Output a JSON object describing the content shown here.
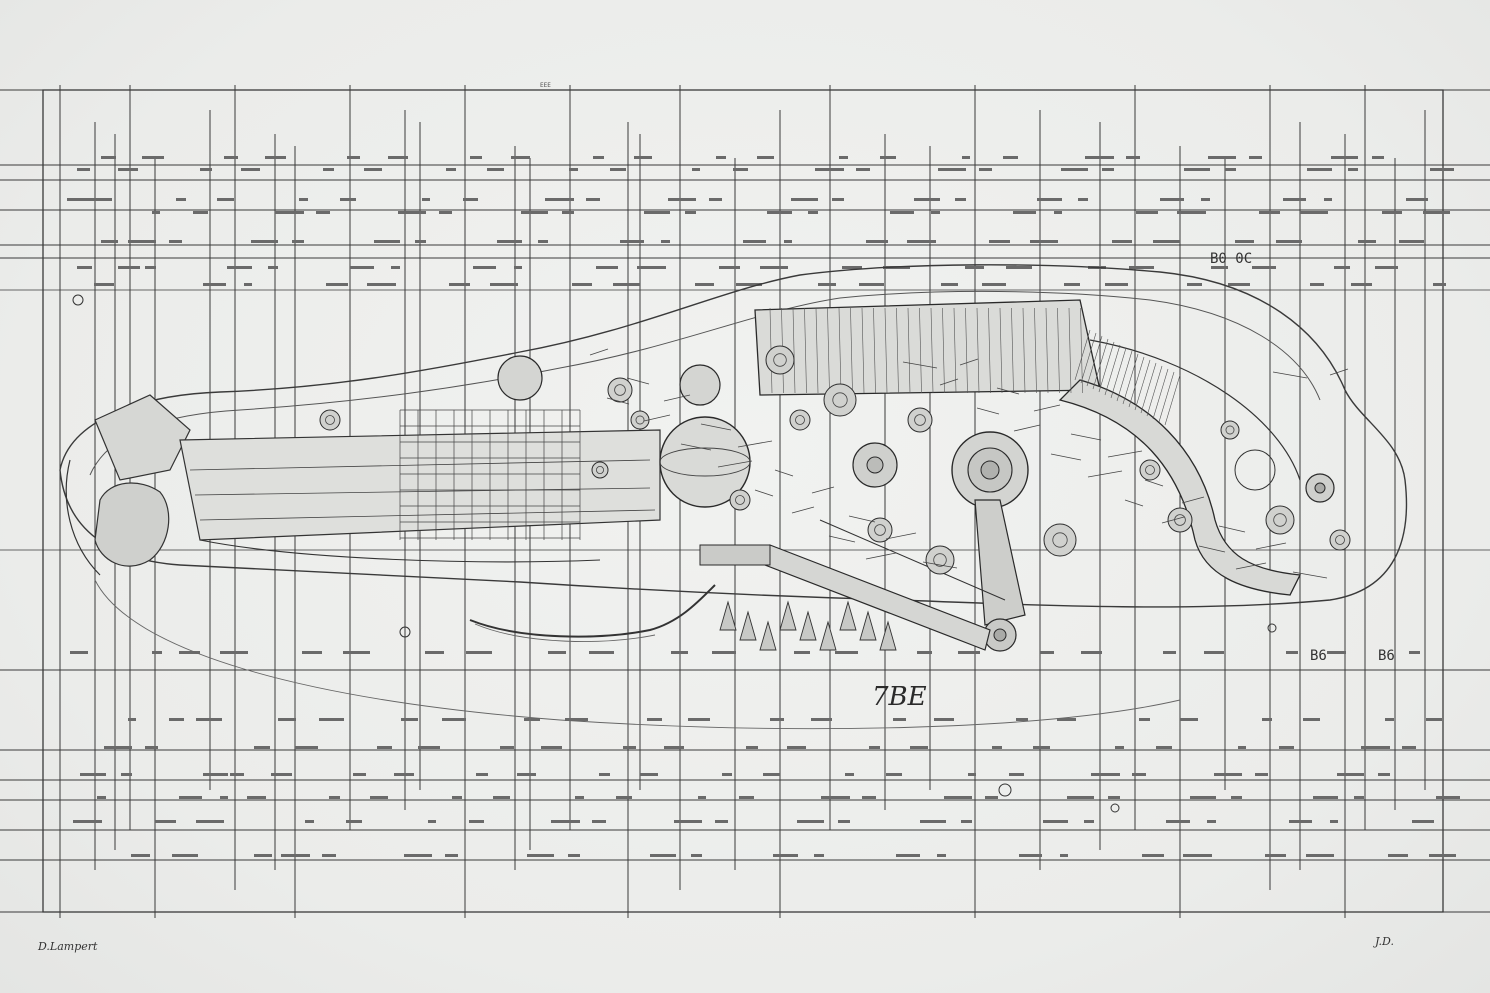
{
  "drawing": {
    "subject": "",
    "annotations": {
      "center_code": "7BE",
      "dim_label_top": "EEE",
      "grid_label_a": "B0 0C",
      "grid_label_b": "B6",
      "grid_label_c": "B6"
    },
    "corner_signatures": {
      "bottom_left": "D.Lampert",
      "bottom_right": "J.D."
    },
    "colors": {
      "paper": "#ecedeb",
      "ink": "#2a2a2a",
      "ink_light": "#7a7a7a"
    }
  }
}
